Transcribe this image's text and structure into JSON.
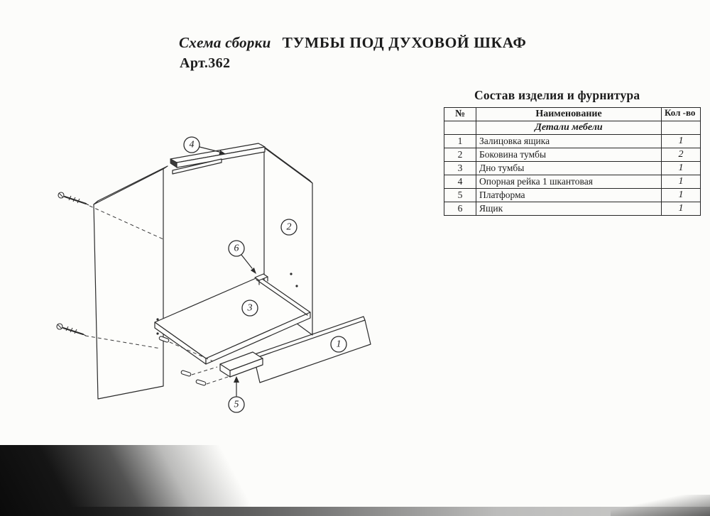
{
  "header": {
    "title_script": "Схема сборки",
    "title_main": "ТУМБЫ ПОД ДУХОВОЙ ШКАФ",
    "article": "Арт.362"
  },
  "parts": {
    "title": "Состав изделия и фурнитура",
    "col_num": "№",
    "col_name": "Наименование",
    "col_qty": "Кол\n-во",
    "section": "Детали мебели",
    "rows": [
      {
        "num": "1",
        "name": "Залицовка ящика",
        "qty": "1"
      },
      {
        "num": "2",
        "name": "Боковина тумбы",
        "qty": "2"
      },
      {
        "num": "3",
        "name": "Дно тумбы",
        "qty": "1"
      },
      {
        "num": "4",
        "name": "Опорная рейка 1 шкантовая",
        "qty": "1"
      },
      {
        "num": "5",
        "name": "Платформа",
        "qty": "1"
      },
      {
        "num": "6",
        "name": "Ящик",
        "qty": "1"
      }
    ]
  },
  "diagram": {
    "callouts": [
      {
        "label": "1"
      },
      {
        "label": "2"
      },
      {
        "label": "3"
      },
      {
        "label": "4"
      },
      {
        "label": "5"
      },
      {
        "label": "6"
      }
    ]
  },
  "colors": {
    "ink": "#1c1c1c",
    "paper": "#fcfcfa"
  }
}
